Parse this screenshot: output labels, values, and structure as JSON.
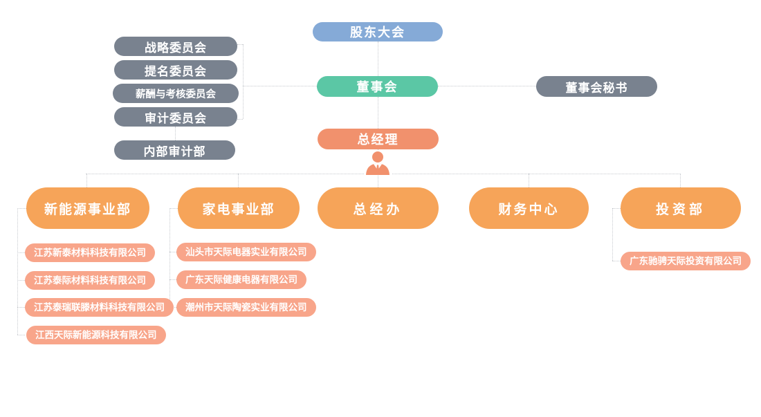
{
  "org": {
    "shareholders": "股东大会",
    "board": "董事会",
    "board_secretary": "董事会秘书",
    "committees": [
      "战略委员会",
      "提名委员会",
      "薪酬与考核委员会",
      "审计委员会"
    ],
    "internal_audit": "内部审计部",
    "general_manager": "总经理",
    "departments": [
      {
        "label": "新能源事业部",
        "subsidiaries": [
          "江苏新泰材料科技有限公司",
          "江苏泰际材料科技有限公司",
          "江苏泰瑞联滕材料科技有限公司",
          "江西天际新能源科技有限公司"
        ]
      },
      {
        "label": "家电事业部",
        "subsidiaries": [
          "汕头市天际电器实业有限公司",
          "广东天际健康电器有限公司",
          "潮州市天际陶瓷实业有限公司"
        ]
      },
      {
        "label": "总经办",
        "subsidiaries": []
      },
      {
        "label": "财务中心",
        "subsidiaries": []
      },
      {
        "label": "投资部",
        "subsidiaries": [
          "广东驰骋天际投资有限公司"
        ]
      }
    ]
  },
  "colors": {
    "shareholders_blue": "#85AAD7",
    "board_green": "#5BC7A5",
    "committee_gray": "#79828F",
    "general_manager_salmon": "#F1916D",
    "department_orange": "#F6A459",
    "subsidiary_salmon": "#F8A58A",
    "connector_line": "#C6C9CE"
  }
}
